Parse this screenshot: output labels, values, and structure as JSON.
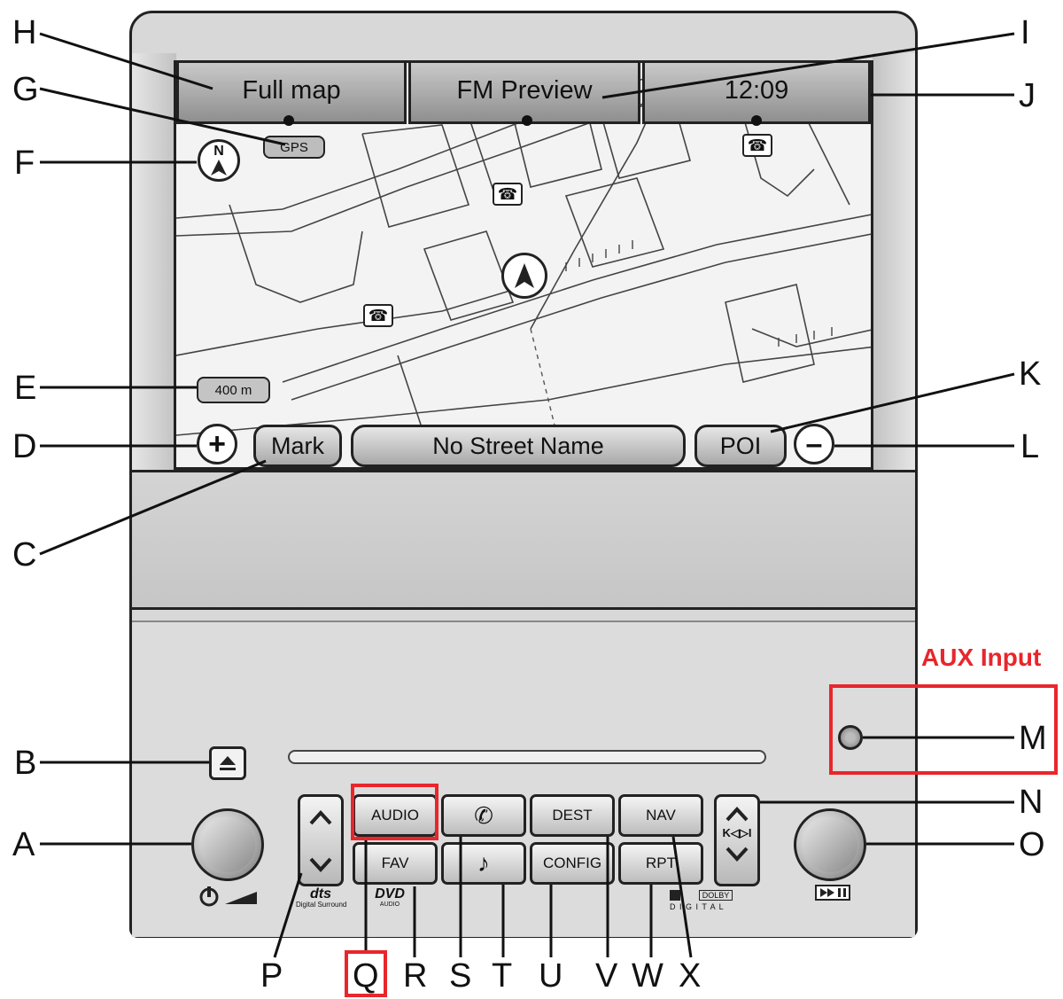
{
  "screen": {
    "full_map_label": "Full map",
    "fm_preview_label": "FM Preview",
    "clock": "12:09",
    "gps_label": "GPS",
    "scale_label": "400 m",
    "compass_label": "N",
    "mark_label": "Mark",
    "street_label": "No Street Name",
    "poi_label": "POI",
    "zoom_in_symbol": "+",
    "zoom_out_symbol": "–"
  },
  "controls": {
    "audio": "AUDIO",
    "fav": "FAV",
    "dest": "DEST",
    "config": "CONFIG",
    "nav": "NAV",
    "rpt": "RPT",
    "seek_label": "K◁▷I",
    "dts_label": "dts",
    "dts_sub": "Digital Surround",
    "dvd_label": "DVD",
    "dvd_sub": "AUDIO",
    "dolby_label": "DOLBY",
    "digital_label": "D I G I T A L"
  },
  "annotations": {
    "aux_input_label": "AUX Input",
    "accent_color": "#e8262b"
  },
  "callouts": {
    "A": "A",
    "B": "B",
    "C": "C",
    "D": "D",
    "E": "E",
    "F": "F",
    "G": "G",
    "H": "H",
    "I": "I",
    "J": "J",
    "K": "K",
    "L": "L",
    "M": "M",
    "N": "N",
    "O": "O",
    "P": "P",
    "Q": "Q",
    "R": "R",
    "S": "S",
    "T": "T",
    "U": "U",
    "V": "V",
    "W": "W",
    "X": "X"
  }
}
